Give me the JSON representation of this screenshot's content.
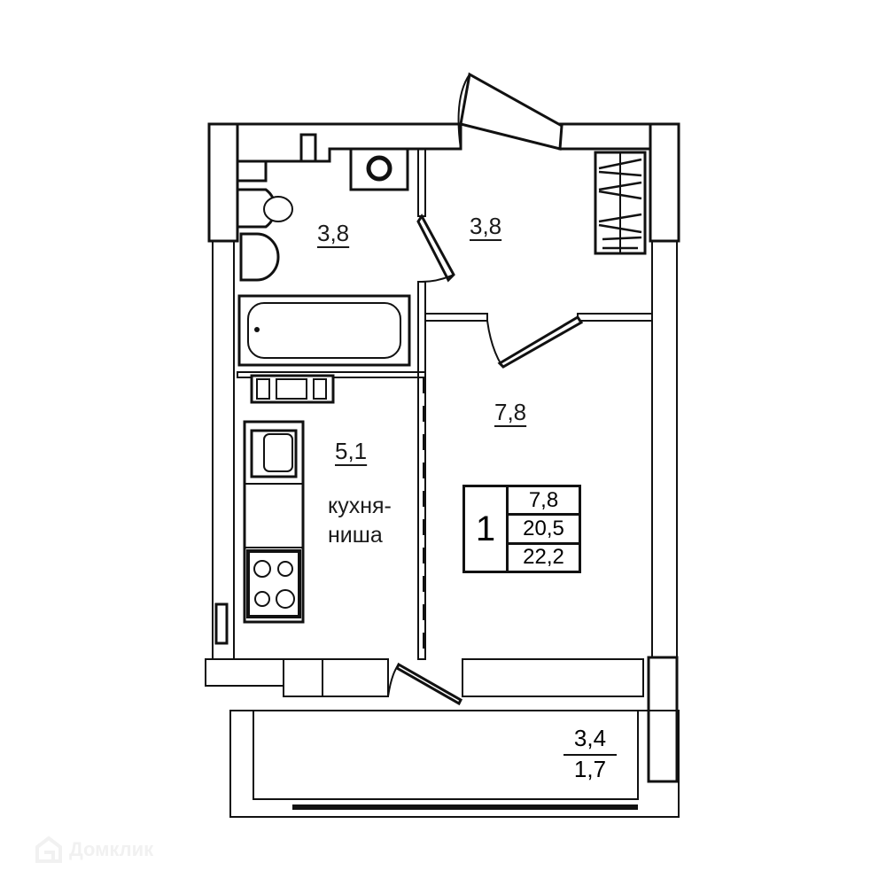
{
  "plan": {
    "rooms": [
      {
        "id": "bathroom",
        "area": "3,8"
      },
      {
        "id": "hallway",
        "area": "3,8"
      },
      {
        "id": "living_room",
        "area": "7,8"
      },
      {
        "id": "kitchen_niche",
        "area": "5,1",
        "name_line1": "кухня-",
        "name_line2": "ниша"
      }
    ],
    "summary": {
      "rooms_count": "1",
      "living_area": "7,8",
      "total_area": "20,5",
      "total_with_balcony": "22,2"
    },
    "balcony": {
      "area": "3,4",
      "reduced_area": "1,7"
    }
  },
  "watermark": {
    "text": "Домклик",
    "icon": "house-logo-icon"
  },
  "colors": {
    "line": "#111111",
    "background": "#ffffff",
    "watermark": "#f1f1f1"
  }
}
